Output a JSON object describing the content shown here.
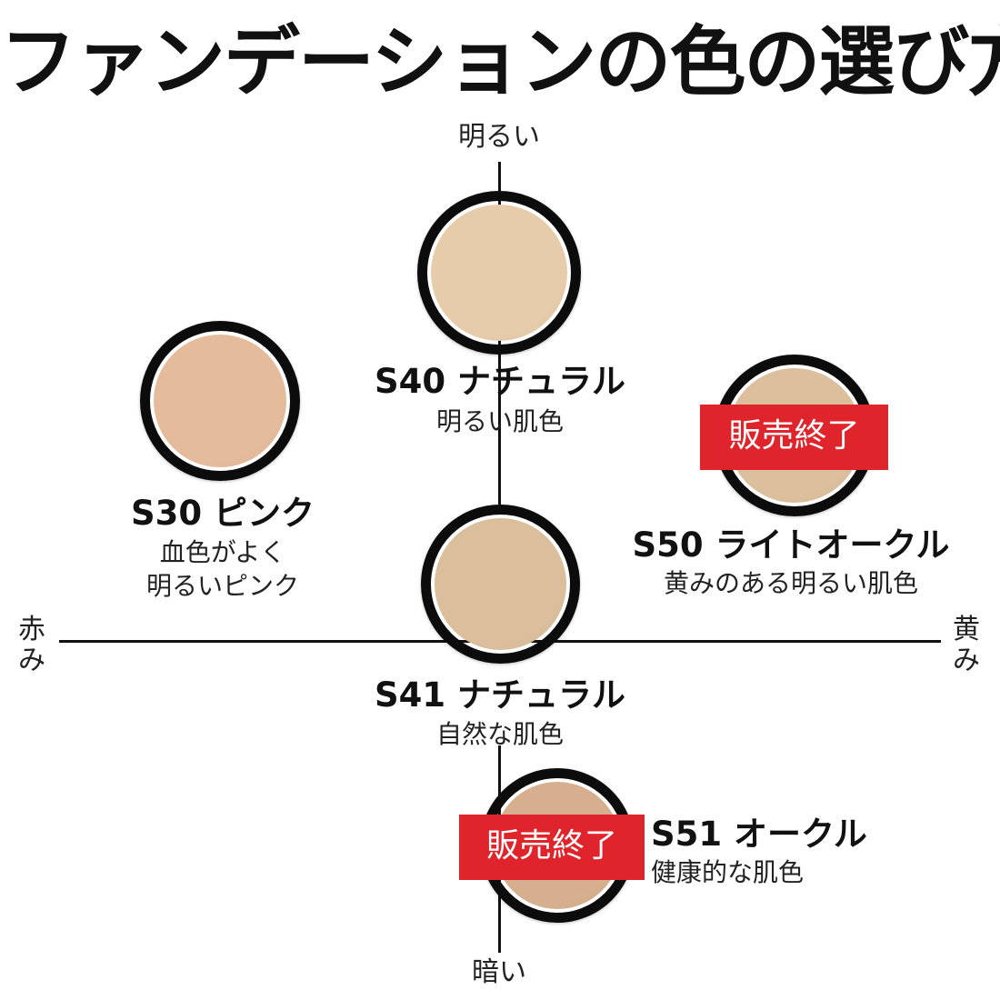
{
  "title": "ファンデーションの色の選び方",
  "axes": {
    "top": "明るい",
    "bottom": "暗い",
    "left": [
      "赤",
      "み"
    ],
    "right": [
      "黄",
      "み"
    ]
  },
  "colors": {
    "frame": "#0c0c0c",
    "badge": "#e0242c"
  },
  "shades": {
    "s30": {
      "name": "S30 ピンク",
      "desc_line1": "血色がよく",
      "desc_line2": "明るいピンク",
      "pan_color": "#e4bc9c"
    },
    "s40": {
      "name": "S40 ナチュラル",
      "desc": "明るい肌色",
      "pan_color": "#e6ccaa"
    },
    "s41": {
      "name": "S41 ナチュラル",
      "desc": "自然な肌色",
      "pan_color": "#dbbf9c"
    },
    "s50": {
      "name": "S50 ライトオークル",
      "desc": "黄みのある明るい肌色",
      "pan_color": "#dcbf9c",
      "badge": "販売終了"
    },
    "s51": {
      "name": "S51 オークル",
      "desc": "健康的な肌色",
      "pan_color": "#d6b08e",
      "badge": "販売終了"
    }
  }
}
